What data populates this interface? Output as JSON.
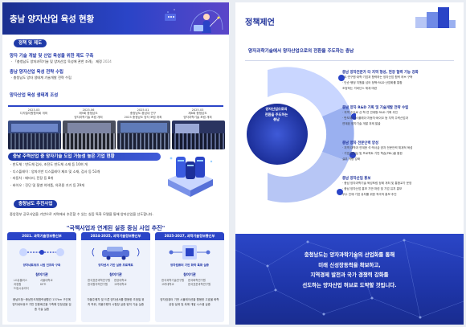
{
  "left": {
    "title": "충남 양자산업 육성 현황",
    "sec1": {
      "pill": "정책 및 제도",
      "h1": "양자 기술 개발 및 산업 육성을 위한 제도 구축",
      "b1": "· 「충청남도 양자과학기술 및 양자산업 육성에 관한 조례」 제정",
      "b1_year": "2024",
      "h2": "충남 양자산업 육성 전략 수립",
      "b2": "· 충청남도 양자 생태계 기술개발 전략 수립",
      "h3": "양자산업 육성 생태계 조성",
      "timeline": [
        "2023.03\n디지털지원협의회 개최",
        "2023.06\n제9회 충청남도\n양자과학기술 포럼 개최",
        "2025.01\n충청남도-충남대 연구\n2025 충청남도 양자 포럼 개최",
        "2025.03\n제8회 충청남도\n양자과학기술 포럼 개최"
      ]
    },
    "sec2": {
      "bar": "충남 주력산업 중 양자기술 도입 가능성 높은 기업 현황",
      "items": [
        "· 반도체 : 반도체 검사, 초전도 반도체 소재 등 10여 개",
        "· 디스플레이 : 양자기반 디스플레이 제조 및 소재, 검사 등 53개",
        "· 자동차 : 배터리, 전장 등 8개",
        "· 바이오 : 진단 및 질병 의약품, 의료용 기기 등 29개"
      ]
    },
    "sec3": {
      "pill": "충청남도 추진사업",
      "desc": "중앙정부 공모사업을 기반으로 지역에서 추진할 수 있는 실증 특화 모델을 통해 양자산업을 선도합니다.",
      "quote": "\"국책사업과 연계된 실증 중심 사업 추진\"",
      "cards": [
        {
          "head": "2021. 과학기술정보통신부",
          "sub": "양자네트워크 시범 인프라 구축",
          "label": "참여기관",
          "grid": [
            "LG유플러스",
            "서울대학교",
            "과정원",
            "KETI",
            "드림시큐리티",
            ""
          ],
          "desc": "충남도청~충남반도체협력생활간 137km 구간에 양자네트워크 기반 전용회선을 구축해 안정성을 검증 기술 실증"
        },
        {
          "head": "2024-2025, 과학기술정보통신부",
          "sub": "양자센서 기반 실증 프로젝트",
          "label": "참여기관",
          "grid": [
            "한국표준과학연구원",
            "한양대학교",
            "한국원자력연구원",
            "고려대학교"
          ],
          "desc": "자율주행차 및 드론 양자센서를 활용한 초정밀 위치 측위, 자율주행차 시험장 실증 탐지 기술 실증"
        },
        {
          "head": "2025-2027, 과학기술정보통신부",
          "sub": "양자컴퓨터 기반 화학 특화 실증",
          "label": "참여기관",
          "grid": [
            "한국과학기술연구원",
            "한국화학연구원",
            "고려대학교",
            "한국표준과학연구원"
          ],
          "desc": "양자컴퓨터 기반 시뮬레이션을 활용한 고효율 화학공정 설계 및 촉매 개발 시스템 실증"
        }
      ]
    }
  },
  "right": {
    "title": "정책제언",
    "subtitle": "양자과학기술에서 양자산업으로의 전환을 주도하는 충남",
    "circle": [
      "양자산업으로의",
      "전환을 주도하는",
      "충남"
    ],
    "items": [
      {
        "head": "충남 양자전문가 타 지역 형성, 현장 협력 기능 강화",
        "lines": [
          "· 도·연구원·대학·기업과 협력하는 양자산업 협력 허브 구축",
          "· 단순 행정 지원을 넘어 정책·R&D·산업화를 통합",
          "  조정하는 거버넌스 체계 마련"
        ]
      },
      {
        "head": "충남 양자 R&D 기획 및 기술개발 전략 수립",
        "lines": [
          "· 지역 주도로 산·학·연 연계형 R&D 기획 추진",
          "· 반도체·디스플레이·자동차·바이오 등 지역 주력산업과",
          "  연계된 양자기술 개발 과제 발굴"
        ]
      },
      {
        "head": "충남 양자 전문인력 양성",
        "lines": [
          "· 지역 대학과 연계한 석·박사급 양자 전문인력 체계적 육성",
          "· 기업 인턴십 및 프로젝트 기반 학습(PBL)을 통한",
          "  실무 역량 강화"
        ]
      },
      {
        "head": "충남 양자산업 홍보",
        "lines": [
          "· 충남 양자과학기술 육성포럼 정례 개최 및 통합교가 운영",
          "· 충남 양자산업 홍보 기반 마련 및 기업 유치 홍보",
          "  우수 인재·기업 유치를 위한 적극적 홍보 추진"
        ]
      }
    ],
    "bottom": [
      "충청남도는 양자과학기술의 산업화를 통해",
      "미래 신성장동력을 확보하고,",
      "지역경제 발전과 국가 경쟁력 강화를",
      "선도하는 양자산업 허브로 도약할 것입니다."
    ]
  },
  "colors": {
    "primary": "#1c2f99",
    "accent": "#2a44c7",
    "light": "#eef2fb"
  }
}
